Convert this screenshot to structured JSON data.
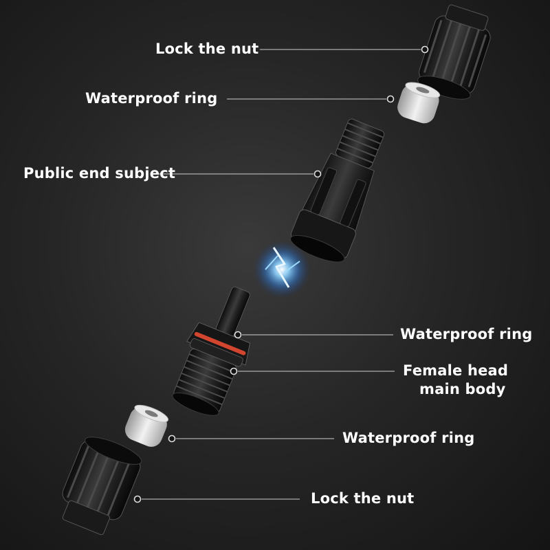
{
  "callouts": [
    {
      "id": "lock-nut-top",
      "lines": [
        "Lock the nut"
      ]
    },
    {
      "id": "waterproof-ring-top",
      "lines": [
        "Waterproof ring"
      ]
    },
    {
      "id": "public-end-subject",
      "lines": [
        "Public end subject"
      ]
    },
    {
      "id": "waterproof-ring-middle",
      "lines": [
        "Waterproof ring"
      ]
    },
    {
      "id": "female-head-main-body",
      "lines": [
        "Female head",
        "main body"
      ]
    },
    {
      "id": "waterproof-ring-bottom",
      "lines": [
        "Waterproof ring"
      ]
    },
    {
      "id": "lock-nut-bottom",
      "lines": [
        "Lock the nut"
      ]
    }
  ],
  "colors": {
    "background": "#262626",
    "label_text": "#ffffff",
    "leader_line": "#cfcfcf",
    "part_body": "#1a1a1a",
    "seal_ring": "#d9d9d9",
    "spark": "#4fb3ff",
    "accent_ring": "#d2452e"
  }
}
